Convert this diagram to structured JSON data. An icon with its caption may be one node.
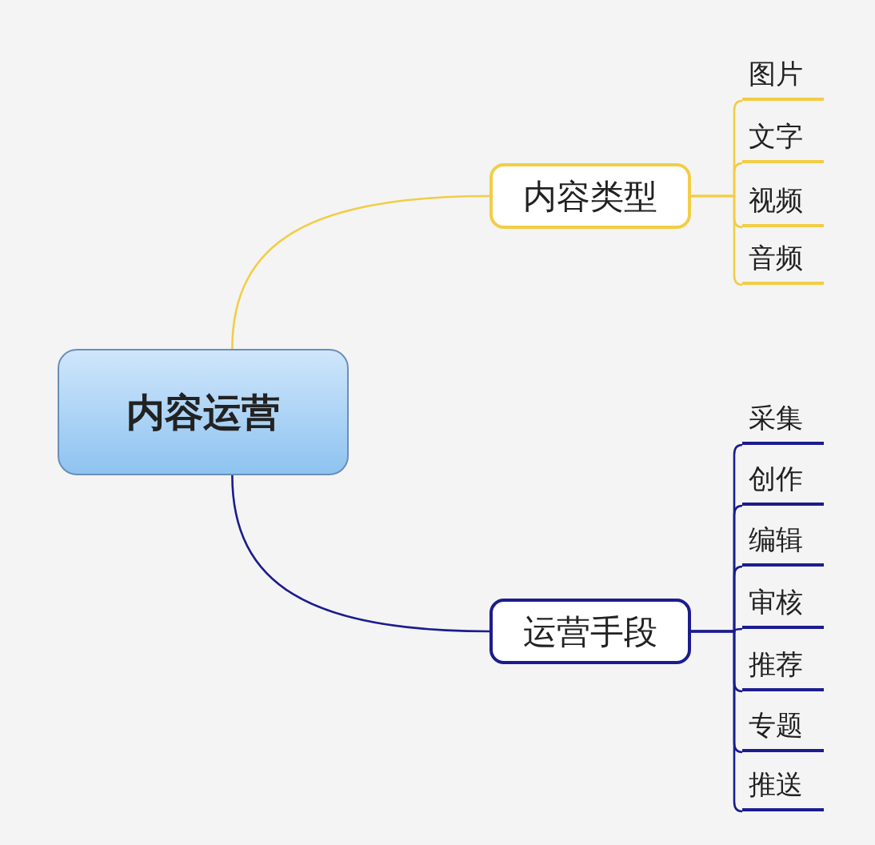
{
  "diagram": {
    "nodes": [
      {
        "text": [
          "内容运营"
        ]
      },
      {
        "text": [
          "内容类型"
        ]
      },
      {
        "text": [
          "运营手段"
        ]
      },
      {
        "text": [
          "图片"
        ]
      },
      {
        "text": [
          "文字"
        ]
      },
      {
        "text": [
          "视频"
        ]
      },
      {
        "text": [
          "音频"
        ]
      },
      {
        "text": [
          "采集"
        ]
      },
      {
        "text": [
          "创作"
        ]
      },
      {
        "text": [
          "编辑"
        ]
      },
      {
        "text": [
          "审核"
        ]
      },
      {
        "text": [
          "推荐"
        ]
      },
      {
        "text": [
          "专题"
        ]
      },
      {
        "text": [
          "推送"
        ]
      }
    ],
    "edges": [
      {
        "from": 0,
        "to": 1,
        "arrow": "none",
        "color": "#f2cd46"
      },
      {
        "from": 0,
        "to": 2,
        "arrow": "none"
      },
      {
        "from": 1,
        "to": 3,
        "arrow": "none",
        "color": "#f2cd46"
      },
      {
        "from": 1,
        "to": 4,
        "arrow": "none",
        "color": "#f2cd46"
      },
      {
        "from": 1,
        "to": 5,
        "arrow": "none",
        "color": "#f2cd46"
      },
      {
        "from": 1,
        "to": 6,
        "arrow": "none",
        "color": "#f2cd46"
      },
      {
        "from": 2,
        "to": 7,
        "arrow": "none"
      },
      {
        "from": 2,
        "to": 8,
        "arrow": "none"
      },
      {
        "from": 2,
        "to": 9,
        "arrow": "none"
      },
      {
        "from": 2,
        "to": 10,
        "arrow": "none"
      },
      {
        "from": 2,
        "to": 11,
        "arrow": "none"
      },
      {
        "from": 2,
        "to": 12,
        "arrow": "none"
      },
      {
        "from": 2,
        "to": 13,
        "arrow": "none"
      }
    ]
  }
}
